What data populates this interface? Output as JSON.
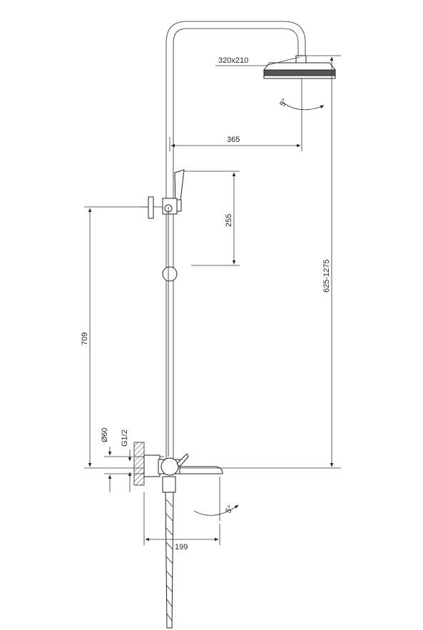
{
  "dimensions": {
    "head_size": "320x210",
    "arm_length": "365",
    "tilt_top": "5°",
    "bracket_height": "255",
    "column_height": "625-1275",
    "handset_height": "709",
    "pipe_diameter": "Ø60",
    "thread": "G1/2",
    "spout_projection": "199",
    "tilt_bottom": "5°"
  }
}
